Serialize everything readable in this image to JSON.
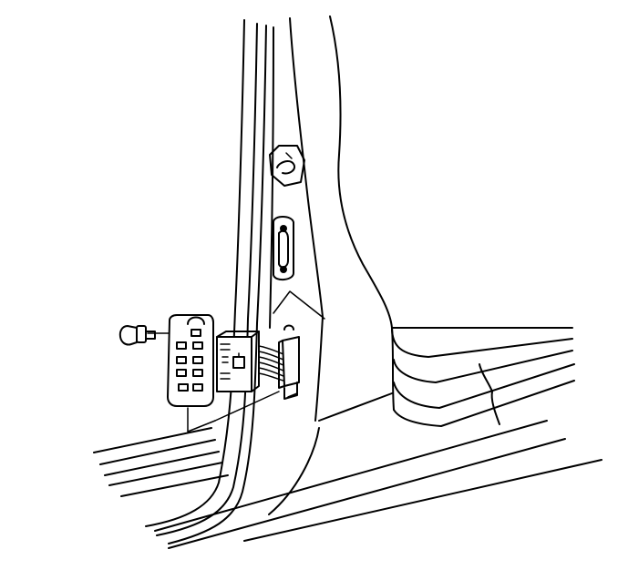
{
  "figure": {
    "subject": "door-pillar-wiring-connector",
    "colors": {
      "line": "#000000",
      "background": "#ffffff"
    },
    "icons": [
      "fastener-push-pin",
      "connector-bracket",
      "wiring-harness-connector",
      "door-striker-hook",
      "door-check-link-opening"
    ]
  }
}
